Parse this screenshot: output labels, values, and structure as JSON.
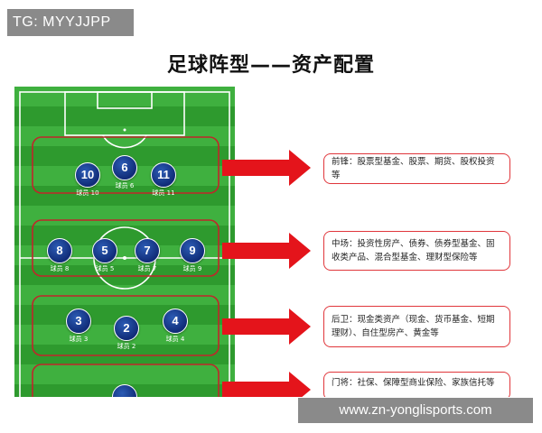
{
  "watermark_top": "TG: MYYJJPP",
  "title": "足球阵型——资产配置",
  "rows": [
    {
      "players": [
        {
          "number": "10",
          "label": "球员 10"
        },
        {
          "number": "6",
          "label": "球员 6"
        },
        {
          "number": "11",
          "label": "球员 11"
        }
      ],
      "description": "前锋：股票型基金、股票、期货、股权投资等"
    },
    {
      "players": [
        {
          "number": "8",
          "label": "球员 8"
        },
        {
          "number": "5",
          "label": "球员 5"
        },
        {
          "number": "7",
          "label": "球员 7"
        },
        {
          "number": "9",
          "label": "球员 9"
        }
      ],
      "description": "中场：投资性房产、债券、债券型基金、固收类产品、混合型基金、理财型保险等"
    },
    {
      "players": [
        {
          "number": "3",
          "label": "球员 3"
        },
        {
          "number": "2",
          "label": "球员 2"
        },
        {
          "number": "4",
          "label": "球员 4"
        }
      ],
      "description": "后卫：现金类资产（现金、货币基金、短期理财）、自住型房产、黄金等"
    },
    {
      "players": [],
      "description": "门将：社保、保障型商业保险、家族信托等"
    }
  ],
  "colors": {
    "pitch_dark": "#2e9a2e",
    "pitch_light": "#3fb03f",
    "accent_red": "#e0363b",
    "player_blue": "#1a3f96"
  },
  "watermark_bottom": "www.zn-yonglisports.com"
}
